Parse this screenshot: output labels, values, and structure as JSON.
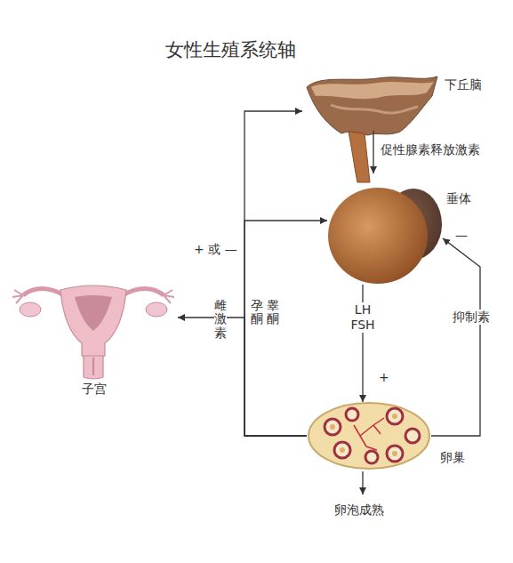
{
  "diagram": {
    "title": "女性生殖系统轴",
    "nodes": [
      {
        "text": [
          "下丘脑"
        ]
      },
      {
        "text": [
          "垂体"
        ]
      },
      {
        "text": [
          "子宫"
        ]
      },
      {
        "text": [
          "卵巢"
        ]
      }
    ],
    "edges": [
      {
        "from": 0,
        "to": 1,
        "label": "促性腺素释放激素",
        "arrow": "to"
      },
      {
        "from": 1,
        "to": 3,
        "label": "LH FSH",
        "arrow": "to"
      },
      {
        "from": 3,
        "to": 1,
        "label": "抑制素",
        "arrow": "to"
      },
      {
        "from": 3,
        "to": 0,
        "arrow": "to"
      },
      {
        "from": 3,
        "to": 1,
        "arrow": "to"
      },
      {
        "from": 3,
        "to": 2,
        "arrow": "to"
      }
    ],
    "labels": [
      "+ 或 —",
      "雌激素",
      "孕酮",
      "睾酮",
      "+",
      "—",
      "卵泡成熟"
    ]
  }
}
